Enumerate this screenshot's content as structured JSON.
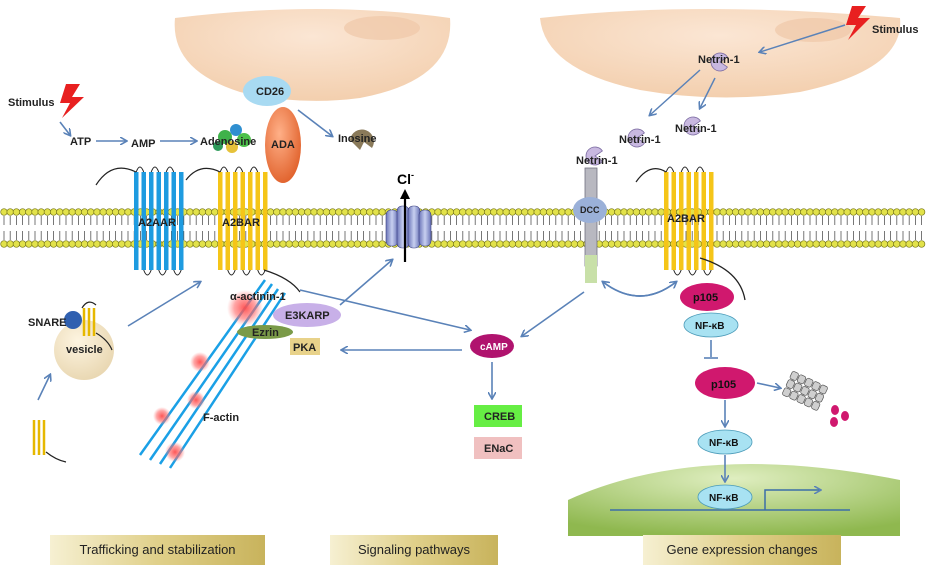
{
  "labels": {
    "stimulus_left": "Stimulus",
    "stimulus_right": "Stimulus",
    "atp": "ATP",
    "amp": "AMP",
    "adenosine": "Adenosine",
    "cd26": "CD26",
    "ada": "ADA",
    "inosine": "Inosine",
    "a2a_receptor": "A2AAR",
    "a2b_receptor_left": "A2BAR",
    "a2b_receptor_right": "A2BAR",
    "chloride": "Cl",
    "chloride_charge": "-",
    "snare": "SNARE",
    "vesicle": "vesicle",
    "alpha_actinin": "α-actinin-1",
    "e3karp": "E3KARP",
    "ezrin": "Ezrin",
    "pka": "PKA",
    "f_actin": "F-actin",
    "camp": "cAMP",
    "creb": "CREB",
    "enac": "ENaC",
    "netrin_top": "Netrin-1",
    "netrin_left": "Netrin-1",
    "netrin_right": "Netrin-1",
    "netrin_dcc": "Netrin-1",
    "dcc": "DCC",
    "p105_membrane": "p105",
    "nfkb_membrane": "NF-κB",
    "p105_free": "p105",
    "nfkb_cyto": "NF-κB",
    "nfkb_nucleus": "NF-κB"
  },
  "panels": {
    "left": "Trafficking and stabilization",
    "middle": "Signaling pathways",
    "right": "Gene expression changes"
  },
  "colors": {
    "a2a_receptor": "#1e9be0",
    "a2b_receptor": "#f5c518",
    "membrane_head": "#e2e24a",
    "cell_body": "#f8dcc4",
    "nucleus": "#a9c96b",
    "creb": "#66ee44",
    "enac": "#f0c0c0",
    "camp": "#b0136e",
    "p105": "#d0186e",
    "nfkb": "#a8e2f2",
    "arrow": "#5a82b8"
  }
}
